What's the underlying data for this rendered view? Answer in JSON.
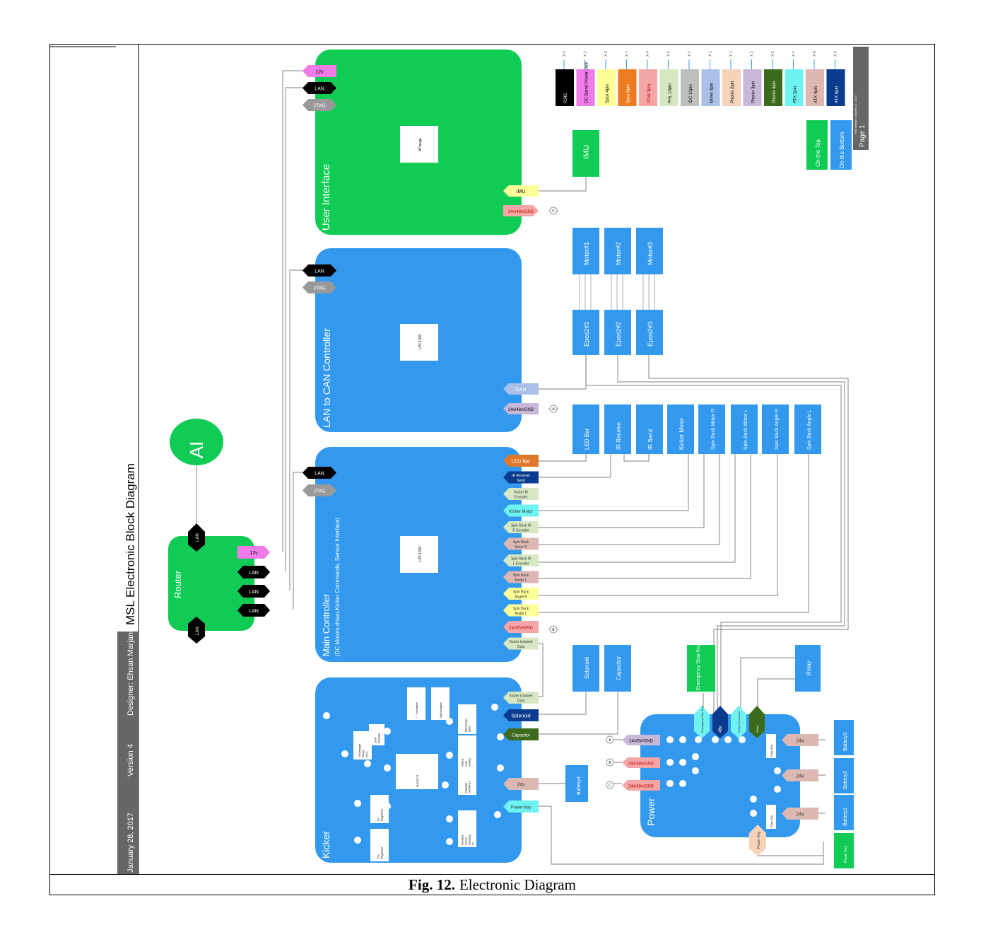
{
  "caption": {
    "label": "Fig. 12.",
    "text": "Electronic Diagram"
  },
  "sidebar": {
    "title": "MSL Electronic Block Diagram",
    "designer": "Designer: Ehsan Marjani",
    "version": "Version 4",
    "date": "January 28, 2017"
  },
  "page_tab": {
    "label": "Page 1",
    "sub": "First version: October 27, 2014"
  },
  "legend": {
    "on_top": "On the Top",
    "on_bottom": "On the Bottom",
    "connectors": [
      {
        "name": "RJ45",
        "count": "X 3",
        "color": "#000000",
        "text_color": "#ffffff"
      },
      {
        "name": "DC Barrel Power Jack",
        "count": "X 1",
        "color": "#ee7be8",
        "text_color": "#000000"
      },
      {
        "name": "Spox 4pin",
        "count": "X 3",
        "color": "#ffff99",
        "text_color": "#000000"
      },
      {
        "name": "Spox 6pin",
        "count": "X 1",
        "color": "#ee7d22",
        "text_color": "#ffffff"
      },
      {
        "name": "PDW 3pin",
        "count": "X 4",
        "color": "#f4a6a6",
        "text_color": "#c00000"
      },
      {
        "name": "PHL 10pin",
        "count": "X 5",
        "color": "#d6e7c2",
        "text_color": "#000000"
      },
      {
        "name": "IDC 10pin",
        "count": "X 3",
        "color": "#bfbfbf",
        "text_color": "#000000"
      },
      {
        "name": "Molex 4pin",
        "count": "X 1",
        "color": "#a9c0e8",
        "text_color": "#000000"
      },
      {
        "name": "Phonix 2pin",
        "count": "X 1",
        "color": "#f6d3b8",
        "text_color": "#000000"
      },
      {
        "name": "Phonix 3pin",
        "count": "X 2",
        "color": "#c8b7d9",
        "text_color": "#000000"
      },
      {
        "name": "Phonix 4pin",
        "count": "X 2",
        "color": "#3d6b1d",
        "text_color": "#ffffff"
      },
      {
        "name": "ATX 2pin",
        "count": "X 4",
        "color": "#6ff2f2",
        "text_color": "#000000"
      },
      {
        "name": "ATX 4pin",
        "count": "X 6",
        "color": "#ddb7b1",
        "text_color": "#000000"
      },
      {
        "name": "ATX 6pin",
        "count": "X 3",
        "color": "#0b3b8f",
        "text_color": "#ffffff"
      }
    ]
  },
  "colors": {
    "green": "#10cc55",
    "blue": "#3399ee",
    "wire": "#999999"
  },
  "ai": {
    "label": "AI"
  },
  "router": {
    "title": "Router",
    "top_port": "LAN",
    "bottom_port": "LAN",
    "ports": [
      "12v",
      "LAN",
      "LAN",
      "LAN"
    ]
  },
  "user_interface": {
    "title": "User Interface",
    "chip": "ATmega",
    "left_ports": [
      "12v",
      "LAN",
      "JTAG"
    ],
    "right_ports": [
      "IMU",
      "24v/48v/GND"
    ],
    "power_ref": "C"
  },
  "imu": {
    "label": "IMU"
  },
  "can_controller": {
    "title": "LAN to CAN Controller",
    "chip": "LPC1768",
    "left_ports": [
      "LAN",
      "JTAG"
    ],
    "right_ports": [
      "CAN",
      "24v/48v/GND"
    ],
    "power_ref": "A"
  },
  "motors": [
    "Motor#1",
    "Motor#2",
    "Motor#3"
  ],
  "epos": [
    "Epos2#1",
    "Epos2#2",
    "Epos2#3"
  ],
  "main_controller": {
    "title": "Main Controller",
    "subtitle": "(DC Motors driver,Kicker Commands, Sensor Interface)",
    "chip": "LPC1768",
    "left_ports": [
      "LAN",
      "JTAG"
    ],
    "right_ports": [
      {
        "label": "LED Bar",
        "color": "#e0782a"
      },
      {
        "label": "IR Receive/ Send",
        "color": "#0b3b8f"
      },
      {
        "label": "Kicker M Encoder",
        "color": "#d6e7c2"
      },
      {
        "label": "Kicker Motor",
        "color": "#6ff2f2"
      },
      {
        "label": "Spin Back M R Encoder",
        "color": "#d6e7c2"
      },
      {
        "label": "Spin Back Motor R",
        "color": "#ddb7b1"
      },
      {
        "label": "Spin Back M L Encoder",
        "color": "#d6e7c2"
      },
      {
        "label": "Spin Back Motor L",
        "color": "#ddb7b1"
      },
      {
        "label": "Spin Back Angle R",
        "color": "#ffff99"
      },
      {
        "label": "Spin Back Angle L",
        "color": "#ffff99"
      },
      {
        "label": "24v/5V/GND",
        "color": "#f4a6a6"
      },
      {
        "label": "Kicker Isolated Data",
        "color": "#d6e7c2"
      }
    ],
    "power_ref": "B"
  },
  "peripherals": [
    "LED Bar",
    "IR Receive",
    "IR Send",
    "Kicker Motor",
    "Spin Back Motor R",
    "Spin Back Motor L",
    "Spin Back Angle R",
    "Spin Back Angle L"
  ],
  "kicker": {
    "title": "Kicker",
    "parts": [
      "Discharger Relay (NC)",
      "10W Resistor",
      "Optocoupler",
      "Optocoupler",
      "Discharger IGBT",
      "Isolated Linear Sensing IC",
      "MAX5771",
      "Charger MOSFET",
      "5v Regulator",
      "12v Regulator",
      "Isolated Linear Sensing IC"
    ],
    "right_ports": [
      {
        "label": "Kicker Isolated Data",
        "color": "#d6e7c2"
      },
      {
        "label": "Solenoid",
        "color": "#0b3b8f"
      },
      {
        "label": "Capacitor",
        "color": "#3d6b1d"
      },
      {
        "label": "24v",
        "color": "#ddb7b1"
      },
      {
        "label": "Power Key",
        "color": "#6ff2f2"
      }
    ]
  },
  "solenoid": {
    "label": "Solenoid"
  },
  "capacitor": {
    "label": "Capacitor"
  },
  "battery4": {
    "label": "Battery4"
  },
  "power": {
    "title": "Power",
    "left_ports": [
      {
        "ref": "A",
        "label": "24v/5V/GND",
        "color": "#c8b7d9"
      },
      {
        "ref": "B",
        "label": "24v/48v/GND",
        "color": "#f4a6a6"
      },
      {
        "ref": "C",
        "label": "24v/48v/GND",
        "color": "#f4a6a6"
      }
    ],
    "top_ports": [
      {
        "label": "Emergency Stop Key",
        "color": "#6ff2f2"
      },
      {
        "label": "48v",
        "color": "#0b3b8f"
      },
      {
        "label": "Relay Command",
        "color": "#6ff2f2"
      },
      {
        "label": "Relay",
        "color": "#3d6b1d"
      }
    ],
    "fuses": [
      "Fuse 30A",
      "Fuse 10A"
    ],
    "right_ports": [
      "24v",
      "24v",
      "24v"
    ],
    "power_key": "Power Key"
  },
  "emergency_stop": {
    "label": "Emergency Stop Key"
  },
  "relay": {
    "label": "Relay"
  },
  "batteries": [
    "Battery3",
    "Battery2",
    "Battery1"
  ],
  "power_key_box": {
    "label": "Power Key"
  }
}
